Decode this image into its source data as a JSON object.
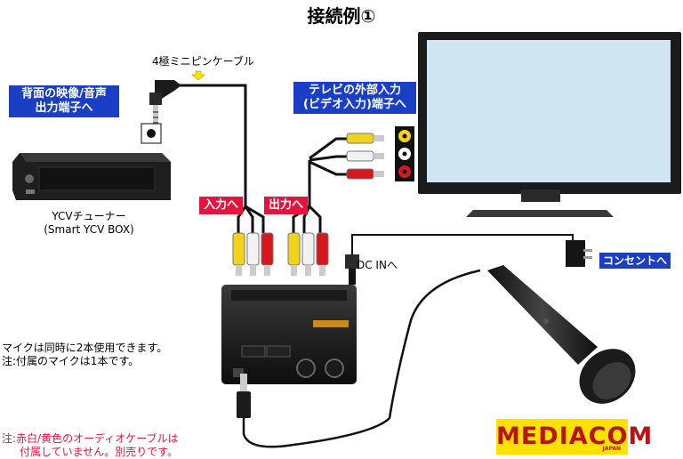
{
  "title": "接続例①",
  "cable_label": "4極ミニピンケーブル",
  "rear_output_label": [
    "背面の映像/音声",
    "出力端子へ"
  ],
  "tv_input_label": [
    "テレビの外部入力",
    "(ビデオ入力)端子へ"
  ],
  "tuner_name": [
    "YCVチューナー",
    "(Smart YCV BOX)"
  ],
  "input_label": "入力へ",
  "output_label": "出力へ",
  "dc_in_label": "DC INへ",
  "outlet_label": "コンセントへ",
  "mic_note": [
    "マイクは同時に2本使用できます。",
    "注:付属のマイクは1本です。"
  ],
  "cable_note": [
    "注:赤白/黄色のオーディオケーブルは",
    "付属していません。別売りです。"
  ],
  "logo": {
    "text": "MEDIACOM",
    "sub": "JAPAN"
  },
  "colors": {
    "label_blue": "#1a3fc4",
    "label_red": "#e8133c",
    "logo_yellow": "#ffe100",
    "rca_yellow": "#f2d31a",
    "rca_red": "#d8161d"
  }
}
